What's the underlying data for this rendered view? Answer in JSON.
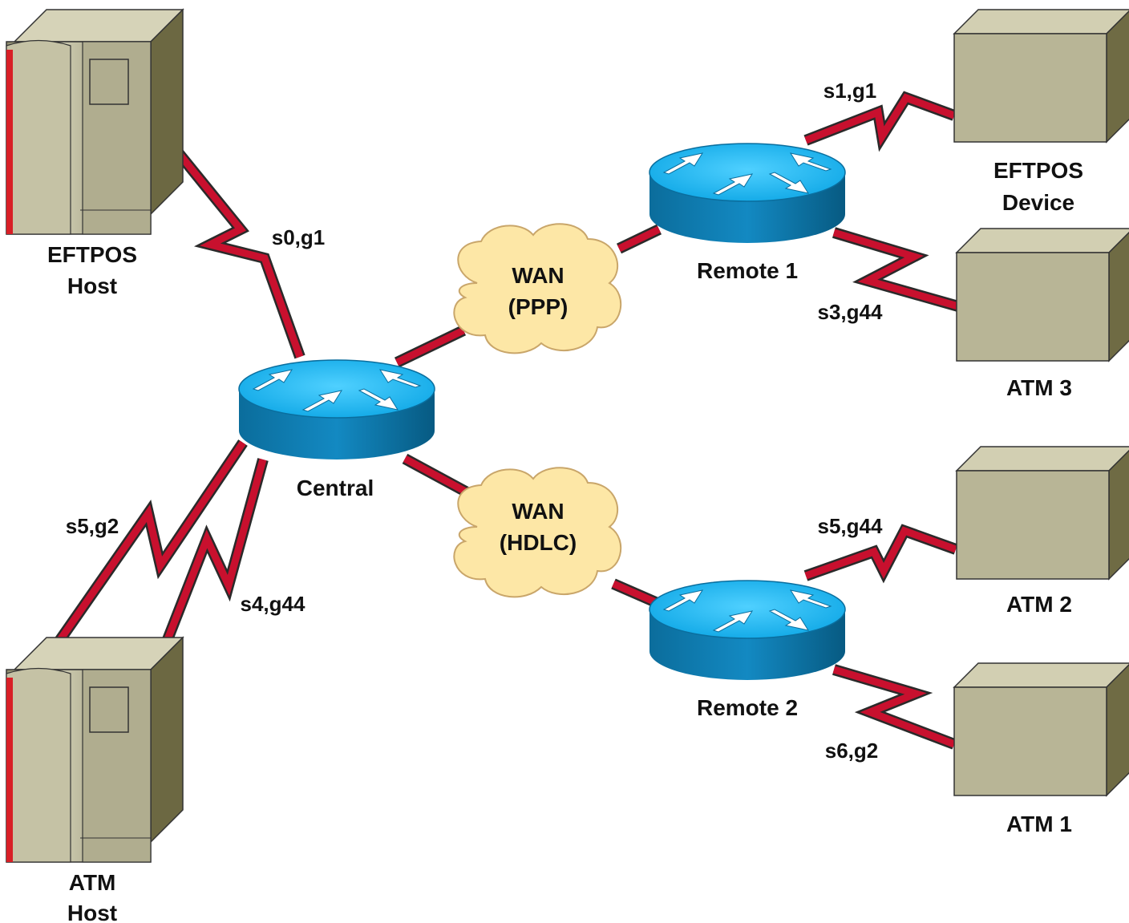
{
  "colors": {
    "link": "#c8102e",
    "link_outline": "#2a2a2a",
    "router_top": "#25b7ef",
    "router_side": "#0a7bb0",
    "cloud": "#fde7a6",
    "cloud_edge": "#c9a66a",
    "device_front": "#b8b596",
    "device_side": "#6f6b44",
    "device_top": "#d2cfb2",
    "host_red": "#d81f26"
  },
  "nodes": {
    "eftpos_host": {
      "line1": "EFTPOS",
      "line2": "Host",
      "icon": "mainframe-icon"
    },
    "atm_host": {
      "line1": "ATM",
      "line2": "Host",
      "icon": "mainframe-icon"
    },
    "central": {
      "label": "Central",
      "icon": "router-icon"
    },
    "remote1": {
      "label": "Remote 1",
      "icon": "router-icon"
    },
    "remote2": {
      "label": "Remote 2",
      "icon": "router-icon"
    },
    "wan_ppp": {
      "line1": "WAN",
      "line2": "(PPP)",
      "icon": "cloud-icon"
    },
    "wan_hdlc": {
      "line1": "WAN",
      "line2": "(HDLC)",
      "icon": "cloud-icon"
    },
    "eftpos_device": {
      "line1": "EFTPOS",
      "line2": "Device",
      "icon": "terminal-box-icon"
    },
    "atm3": {
      "label": "ATM 3",
      "icon": "terminal-box-icon"
    },
    "atm2": {
      "label": "ATM 2",
      "icon": "terminal-box-icon"
    },
    "atm1": {
      "label": "ATM 1",
      "icon": "terminal-box-icon"
    }
  },
  "links": {
    "eftpos_host_central": "s0,g1",
    "atm_host_central_a": "s5,g2",
    "atm_host_central_b": "s4,g44",
    "remote1_eftpos_device": "s1,g1",
    "remote1_atm3": "s3,g44",
    "remote2_atm2": "s5,g44",
    "remote2_atm1": "s6,g2"
  }
}
